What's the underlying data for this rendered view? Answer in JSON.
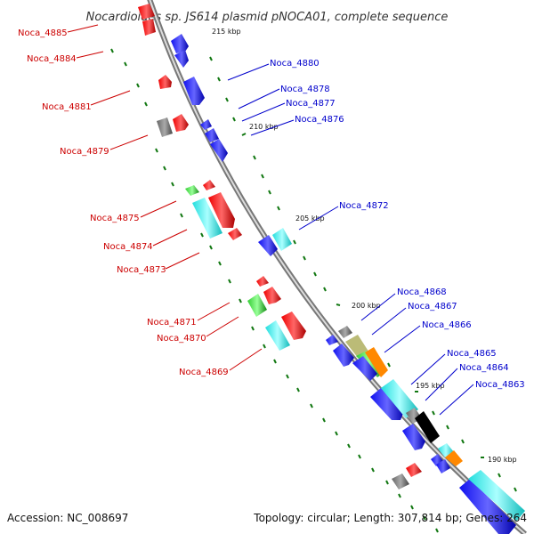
{
  "title": "Nocardioides sp. JS614 plasmid pNOCA01, complete sequence",
  "footer": {
    "accession": "Accession: NC_008697",
    "info": "Topology: circular; Length: 307,814 bp; Genes: 264"
  },
  "colors": {
    "red_label": "#cc0000",
    "blue_label": "#0000cc",
    "gene_red": "#ee0000",
    "gene_blue": "#1010ee",
    "gene_cyan": "#22dddd",
    "gene_green": "#33cc33",
    "gene_grey": "#777777",
    "gene_orange": "#ff8800",
    "gene_khaki": "#bbbb77",
    "gene_steel": "#4477aa",
    "tick_green": "#117711",
    "backbone": "#777777"
  },
  "scale_labels": [
    "215 kbp",
    "210 kbp",
    "205 kbp",
    "200 kbp",
    "195 kbp",
    "190 kbp"
  ],
  "left_labels": [
    "Noca_4885",
    "Noca_4884",
    "Noca_4881",
    "Noca_4879",
    "Noca_4875",
    "Noca_4874",
    "Noca_4873",
    "Noca_4871",
    "Noca_4870",
    "Noca_4869"
  ],
  "right_labels": [
    "Noca_4880",
    "Noca_4878",
    "Noca_4877",
    "Noca_4876",
    "Noca_4872",
    "Noca_4868",
    "Noca_4867",
    "Noca_4866",
    "Noca_4865",
    "Noca_4864",
    "Noca_4863"
  ]
}
